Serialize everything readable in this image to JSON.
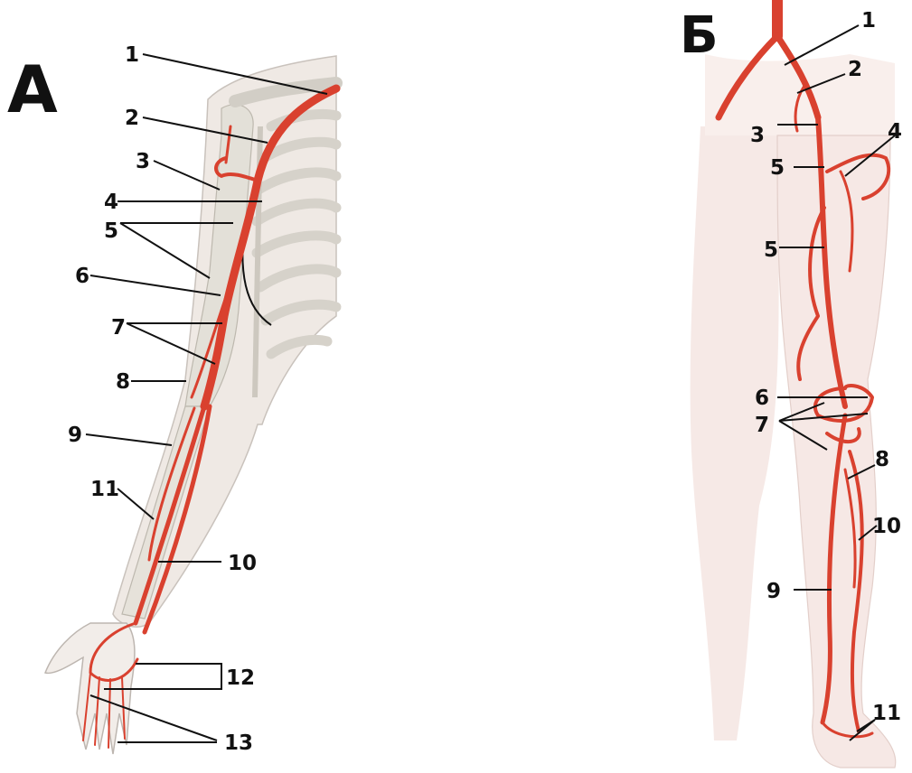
{
  "panels": {
    "a": {
      "letter": "А",
      "labels": [
        "1",
        "2",
        "3",
        "4",
        "5",
        "6",
        "7",
        "8",
        "9",
        "11",
        "10",
        "12",
        "13"
      ]
    },
    "b": {
      "letter": "Б",
      "labels": [
        "1",
        "2",
        "3",
        "4",
        "5",
        "5",
        "6",
        "7",
        "8",
        "10",
        "9",
        "11"
      ]
    }
  },
  "colors": {
    "artery": "#d9412f",
    "skin": "#f4e4dd",
    "bone": "#e3e0d8",
    "leader": "#111111"
  }
}
